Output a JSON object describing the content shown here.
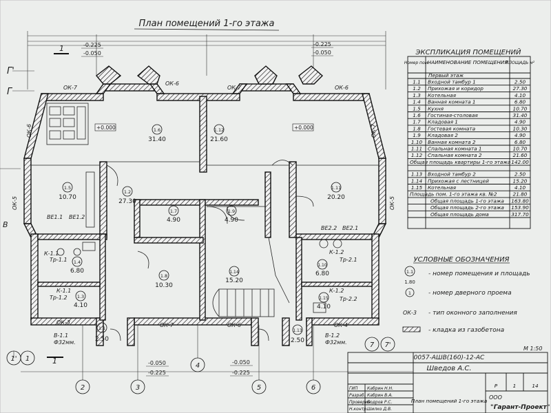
{
  "sheet": {
    "title": "План помещений 1-го этажа",
    "scale": "М 1:50",
    "section_mark": "1",
    "axes_top": [
      "Г'",
      "Г"
    ],
    "axes_bottom": [
      "2",
      "3",
      "4",
      "5",
      "6"
    ],
    "axes_right_bottom": [
      "7",
      "7'"
    ],
    "axes_left_bottom": [
      "1'",
      "1"
    ],
    "axis_left_mid": "В"
  },
  "levels": {
    "top_left": [
      "-0.225",
      "-0.050"
    ],
    "top_right": [
      "-0.225",
      "-0.050"
    ],
    "bottom_left": [
      "-0.050",
      "-0.225"
    ],
    "bottom_right": [
      "-0.050",
      "-0.225"
    ],
    "floor_left": "+0.000",
    "floor_right": "+0.000"
  },
  "windows": [
    "ОК-7",
    "ОК-6",
    "ОК-7",
    "ОК-6",
    "ОК-6",
    "ОК-7",
    "ОК-5",
    "ОК-5",
    "ОК-3",
    "ОК-7",
    "ОК-6",
    "ОК-4"
  ],
  "rooms": [
    {
      "id": "1.6",
      "area": "31.40"
    },
    {
      "id": "1.12",
      "area": "21.60"
    },
    {
      "id": "1.5",
      "area": "10.70"
    },
    {
      "id": "1.2",
      "area": "27.30"
    },
    {
      "id": "1.11",
      "area": "20.20"
    },
    {
      "id": "1.7",
      "area": "4.90"
    },
    {
      "id": "1.9",
      "area": "4.90"
    },
    {
      "id": "1.4",
      "area": "6.80"
    },
    {
      "id": "1.10",
      "area": "6.80"
    },
    {
      "id": "1.3",
      "area": "4.10"
    },
    {
      "id": "1.8",
      "area": "10.30"
    },
    {
      "id": "1.14",
      "area": "15.20"
    },
    {
      "id": "1.15",
      "area": "4.10"
    },
    {
      "id": "1.1",
      "area": "2.50"
    },
    {
      "id": "1.13",
      "area": "2.50"
    }
  ],
  "plumbing": {
    "ve_left": [
      "ВЕ1.1",
      "ВЕ1.2"
    ],
    "ve_right": [
      "ВЕ2.2",
      "ВЕ2.1"
    ],
    "k_labels": [
      "К-1.1",
      "К-1.2",
      "К-1.1",
      "К-1.2"
    ],
    "tr_labels": [
      "Тр-1.1",
      "Тр-2.1",
      "Тр-1.2",
      "Тр-2.2"
    ],
    "inputs": [
      {
        "code": "В-1.1",
        "diam": "Ф32мм."
      },
      {
        "code": "В-1.2",
        "diam": "Ф32мм."
      }
    ]
  },
  "explication": {
    "title": "ЭКСПЛИКАЦИЯ ПОМЕЩЕНИЙ",
    "headers": [
      "Номер пом.",
      "НАИМЕНОВАНИЕ ПОМЕЩЕНИЯ",
      "ПЛОЩАДЬ м²"
    ],
    "subheader": "Первый этаж",
    "rows": [
      [
        "1.1",
        "Входной тамбур 1",
        "2.50"
      ],
      [
        "1.2",
        "Прихожая и коридор",
        "27.30"
      ],
      [
        "1.3",
        "Котельная",
        "4.10"
      ],
      [
        "1.4",
        "Ванная комната 1",
        "6.80"
      ],
      [
        "1.5",
        "Кухня",
        "10.70"
      ],
      [
        "1.6",
        "Гостиная-столовая",
        "31.40"
      ],
      [
        "1.7",
        "Кладовая 1",
        "4.90"
      ],
      [
        "1.8",
        "Гостевая комната",
        "10.30"
      ],
      [
        "1.9",
        "Кладовая 2",
        "4.90"
      ],
      [
        "1.10",
        "Ванная комната 2",
        "6.80"
      ],
      [
        "1.11",
        "Спальная комната 1",
        "10.70"
      ],
      [
        "1.12",
        "Спальная комната 2",
        "21.60"
      ]
    ],
    "total1": [
      "Общая площадь квартиры 1-го этажа",
      "142.00"
    ],
    "rows2": [
      [
        "1.13",
        "Входной тамбур 2",
        "2.50"
      ],
      [
        "1.14",
        "Прихожая с лестницей",
        "15.20"
      ],
      [
        "1.15",
        "Котельная",
        "4.10"
      ]
    ],
    "total2": [
      "Площадь пом. 1-го этажа кв. №2",
      "21.80"
    ],
    "summary": [
      [
        "Общая площадь 1-го этажа",
        "163.80"
      ],
      [
        "Общая площадь 2-го этажа",
        "153.90"
      ],
      [
        "Общая площадь дома",
        "317.70"
      ]
    ]
  },
  "legend": {
    "title": "УСЛОВНЫЕ ОБОЗНАЧЕНИЯ",
    "items": [
      {
        "symbol_top": "1.1",
        "symbol_bottom": "1.80",
        "text": "- номер помещения и площадь"
      },
      {
        "symbol_top": "1",
        "text": "- номер дверного проема"
      },
      {
        "symbol_top": "ОК-3",
        "text": "- тип оконного заполнения"
      },
      {
        "symbol_top": "",
        "text": "- кладка из газобетона"
      }
    ]
  },
  "stamp": {
    "code": "0057-АШВ(160)-12-АС",
    "author": "Шведов А.С.",
    "stage": "Р",
    "sheet": "1",
    "sheets": "14",
    "drawing_title": "План помещений 1-го этажа",
    "org_code": "ООО",
    "org": "\"Гарант-Проект\"",
    "roles": [
      "ГИП",
      "Разраб.",
      "Проверил",
      "Н.контр."
    ],
    "names": [
      "Кабрин Н.Н.",
      "Кабрин В.А.",
      "Бодров Р.С.",
      "Шилко Д.В."
    ]
  }
}
